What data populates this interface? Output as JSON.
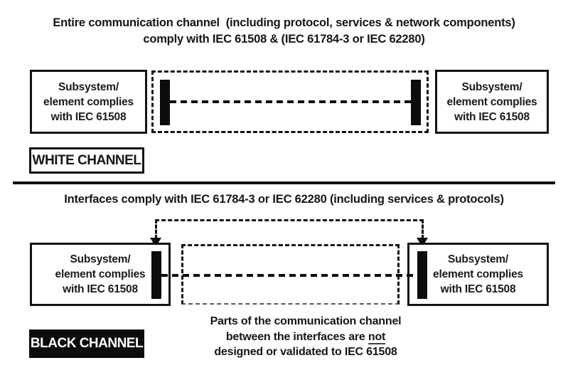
{
  "diagram": {
    "white_section": {
      "title_line1": "Entire communication channel  (including protocol, services & network components)",
      "title_line2": "comply with IEC 61508 & (IEC 61784-3 or IEC 62280)",
      "label": "WHITE CHANNEL"
    },
    "black_section": {
      "title": "Interfaces comply with IEC 61784-3 or IEC 62280 (including services & protocols)",
      "label": "BLACK CHANNEL",
      "caption": {
        "line1": "Parts of the communication channel",
        "line2_before": "between the interfaces are",
        "line2_underlined": "not",
        "line3": "designed or validated to IEC 61508"
      }
    },
    "subsystem_box": {
      "line1": "Subsystem/",
      "line2": "element complies",
      "line3": "with IEC 61508"
    },
    "colors": {
      "ink": "#141414",
      "background": "#ffffff",
      "black_label_bg": "#0c0c0c",
      "black_label_text": "#ffffff"
    }
  }
}
